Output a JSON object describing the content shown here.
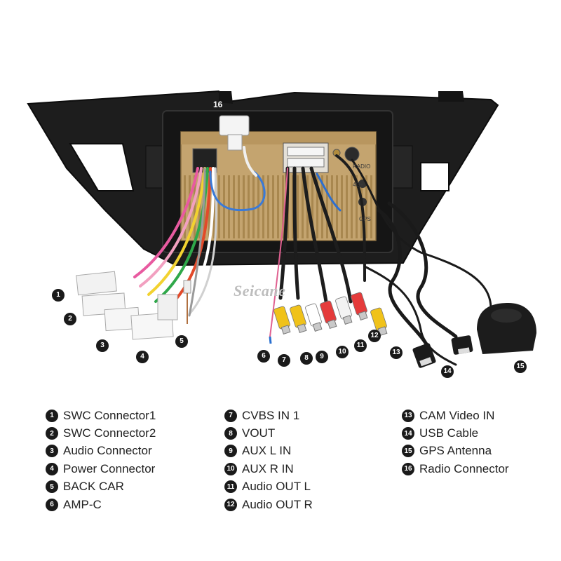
{
  "brand": "Seicane",
  "unit_labels": {
    "radio": "RADIO",
    "fourg": "4G+",
    "gps": "GPS"
  },
  "callouts": [
    "1",
    "2",
    "3",
    "4",
    "5",
    "6",
    "7",
    "8",
    "9",
    "10",
    "11",
    "12",
    "13",
    "14",
    "15",
    "16"
  ],
  "legend": {
    "col1": [
      {
        "num": "1",
        "label": "SWC Connector1"
      },
      {
        "num": "2",
        "label": "SWC Connector2"
      },
      {
        "num": "3",
        "label": "Audio Connector"
      },
      {
        "num": "4",
        "label": "Power Connector"
      },
      {
        "num": "5",
        "label": "BACK CAR"
      },
      {
        "num": "6",
        "label": "AMP-C"
      }
    ],
    "col2": [
      {
        "num": "7",
        "label": "CVBS IN 1"
      },
      {
        "num": "8",
        "label": "VOUT"
      },
      {
        "num": "9",
        "label": "AUX L IN"
      },
      {
        "num": "10",
        "label": "AUX R IN"
      },
      {
        "num": "11",
        "label": "Audio OUT L"
      },
      {
        "num": "12",
        "label": "Audio OUT R"
      }
    ],
    "col3": [
      {
        "num": "13",
        "label": "CAM Video IN"
      },
      {
        "num": "14",
        "label": "USB Cable"
      },
      {
        "num": "15",
        "label": "GPS Antenna"
      },
      {
        "num": "16",
        "label": "Radio Connector"
      }
    ]
  }
}
